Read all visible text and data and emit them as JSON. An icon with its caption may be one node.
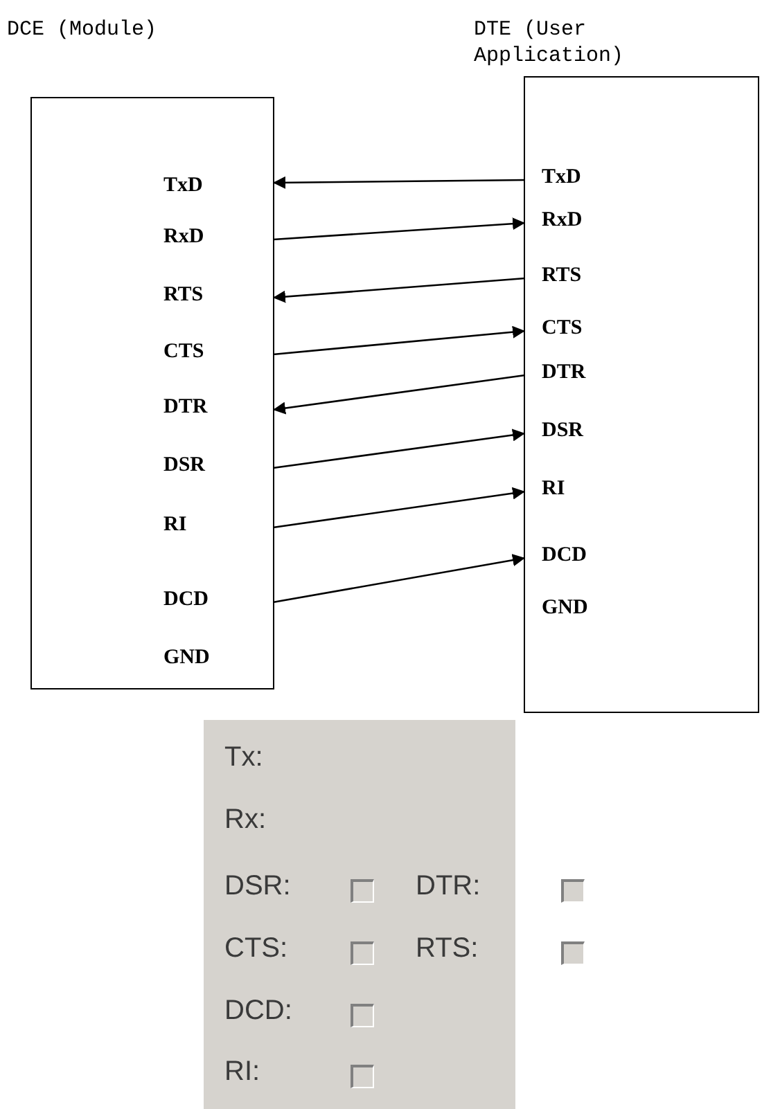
{
  "diagram": {
    "nodes": [
      {
        "text": [
          "DCE (Module)"
        ]
      },
      {
        "text": [
          "DTE (User Application)"
        ]
      },
      {
        "text": [
          "TxD"
        ],
        "in": 0
      },
      {
        "text": [
          "RxD"
        ],
        "in": 0
      },
      {
        "text": [
          "RTS"
        ],
        "in": 0
      },
      {
        "text": [
          "CTS"
        ],
        "in": 0
      },
      {
        "text": [
          "DTR"
        ],
        "in": 0
      },
      {
        "text": [
          "DSR"
        ],
        "in": 0
      },
      {
        "text": [
          "RI"
        ],
        "in": 0
      },
      {
        "text": [
          "DCD"
        ],
        "in": 0
      },
      {
        "text": [
          "GND"
        ],
        "in": 0
      },
      {
        "text": [
          "TxD"
        ],
        "in": 1
      },
      {
        "text": [
          "RxD"
        ],
        "in": 1
      },
      {
        "text": [
          "RTS"
        ],
        "in": 1
      },
      {
        "text": [
          "CTS"
        ],
        "in": 1
      },
      {
        "text": [
          "DTR"
        ],
        "in": 1
      },
      {
        "text": [
          "DSR"
        ],
        "in": 1
      },
      {
        "text": [
          "RI"
        ],
        "in": 1
      },
      {
        "text": [
          "DCD"
        ],
        "in": 1
      },
      {
        "text": [
          "GND"
        ],
        "in": 1
      }
    ],
    "edges": [
      {
        "from": 11,
        "to": 2,
        "arrow": "to"
      },
      {
        "from": 3,
        "to": 12,
        "arrow": "to"
      },
      {
        "from": 13,
        "to": 4,
        "arrow": "to"
      },
      {
        "from": 5,
        "to": 14,
        "arrow": "to"
      },
      {
        "from": 15,
        "to": 6,
        "arrow": "to"
      },
      {
        "from": 7,
        "to": 16,
        "arrow": "to"
      },
      {
        "from": 8,
        "to": 17,
        "arrow": "to"
      },
      {
        "from": 9,
        "to": 18,
        "arrow": "to"
      }
    ],
    "labels": [
      "Tx:",
      "Rx:",
      "DSR:",
      "DTR:",
      "CTS:",
      "RTS:",
      "DCD:",
      "RI:"
    ]
  }
}
